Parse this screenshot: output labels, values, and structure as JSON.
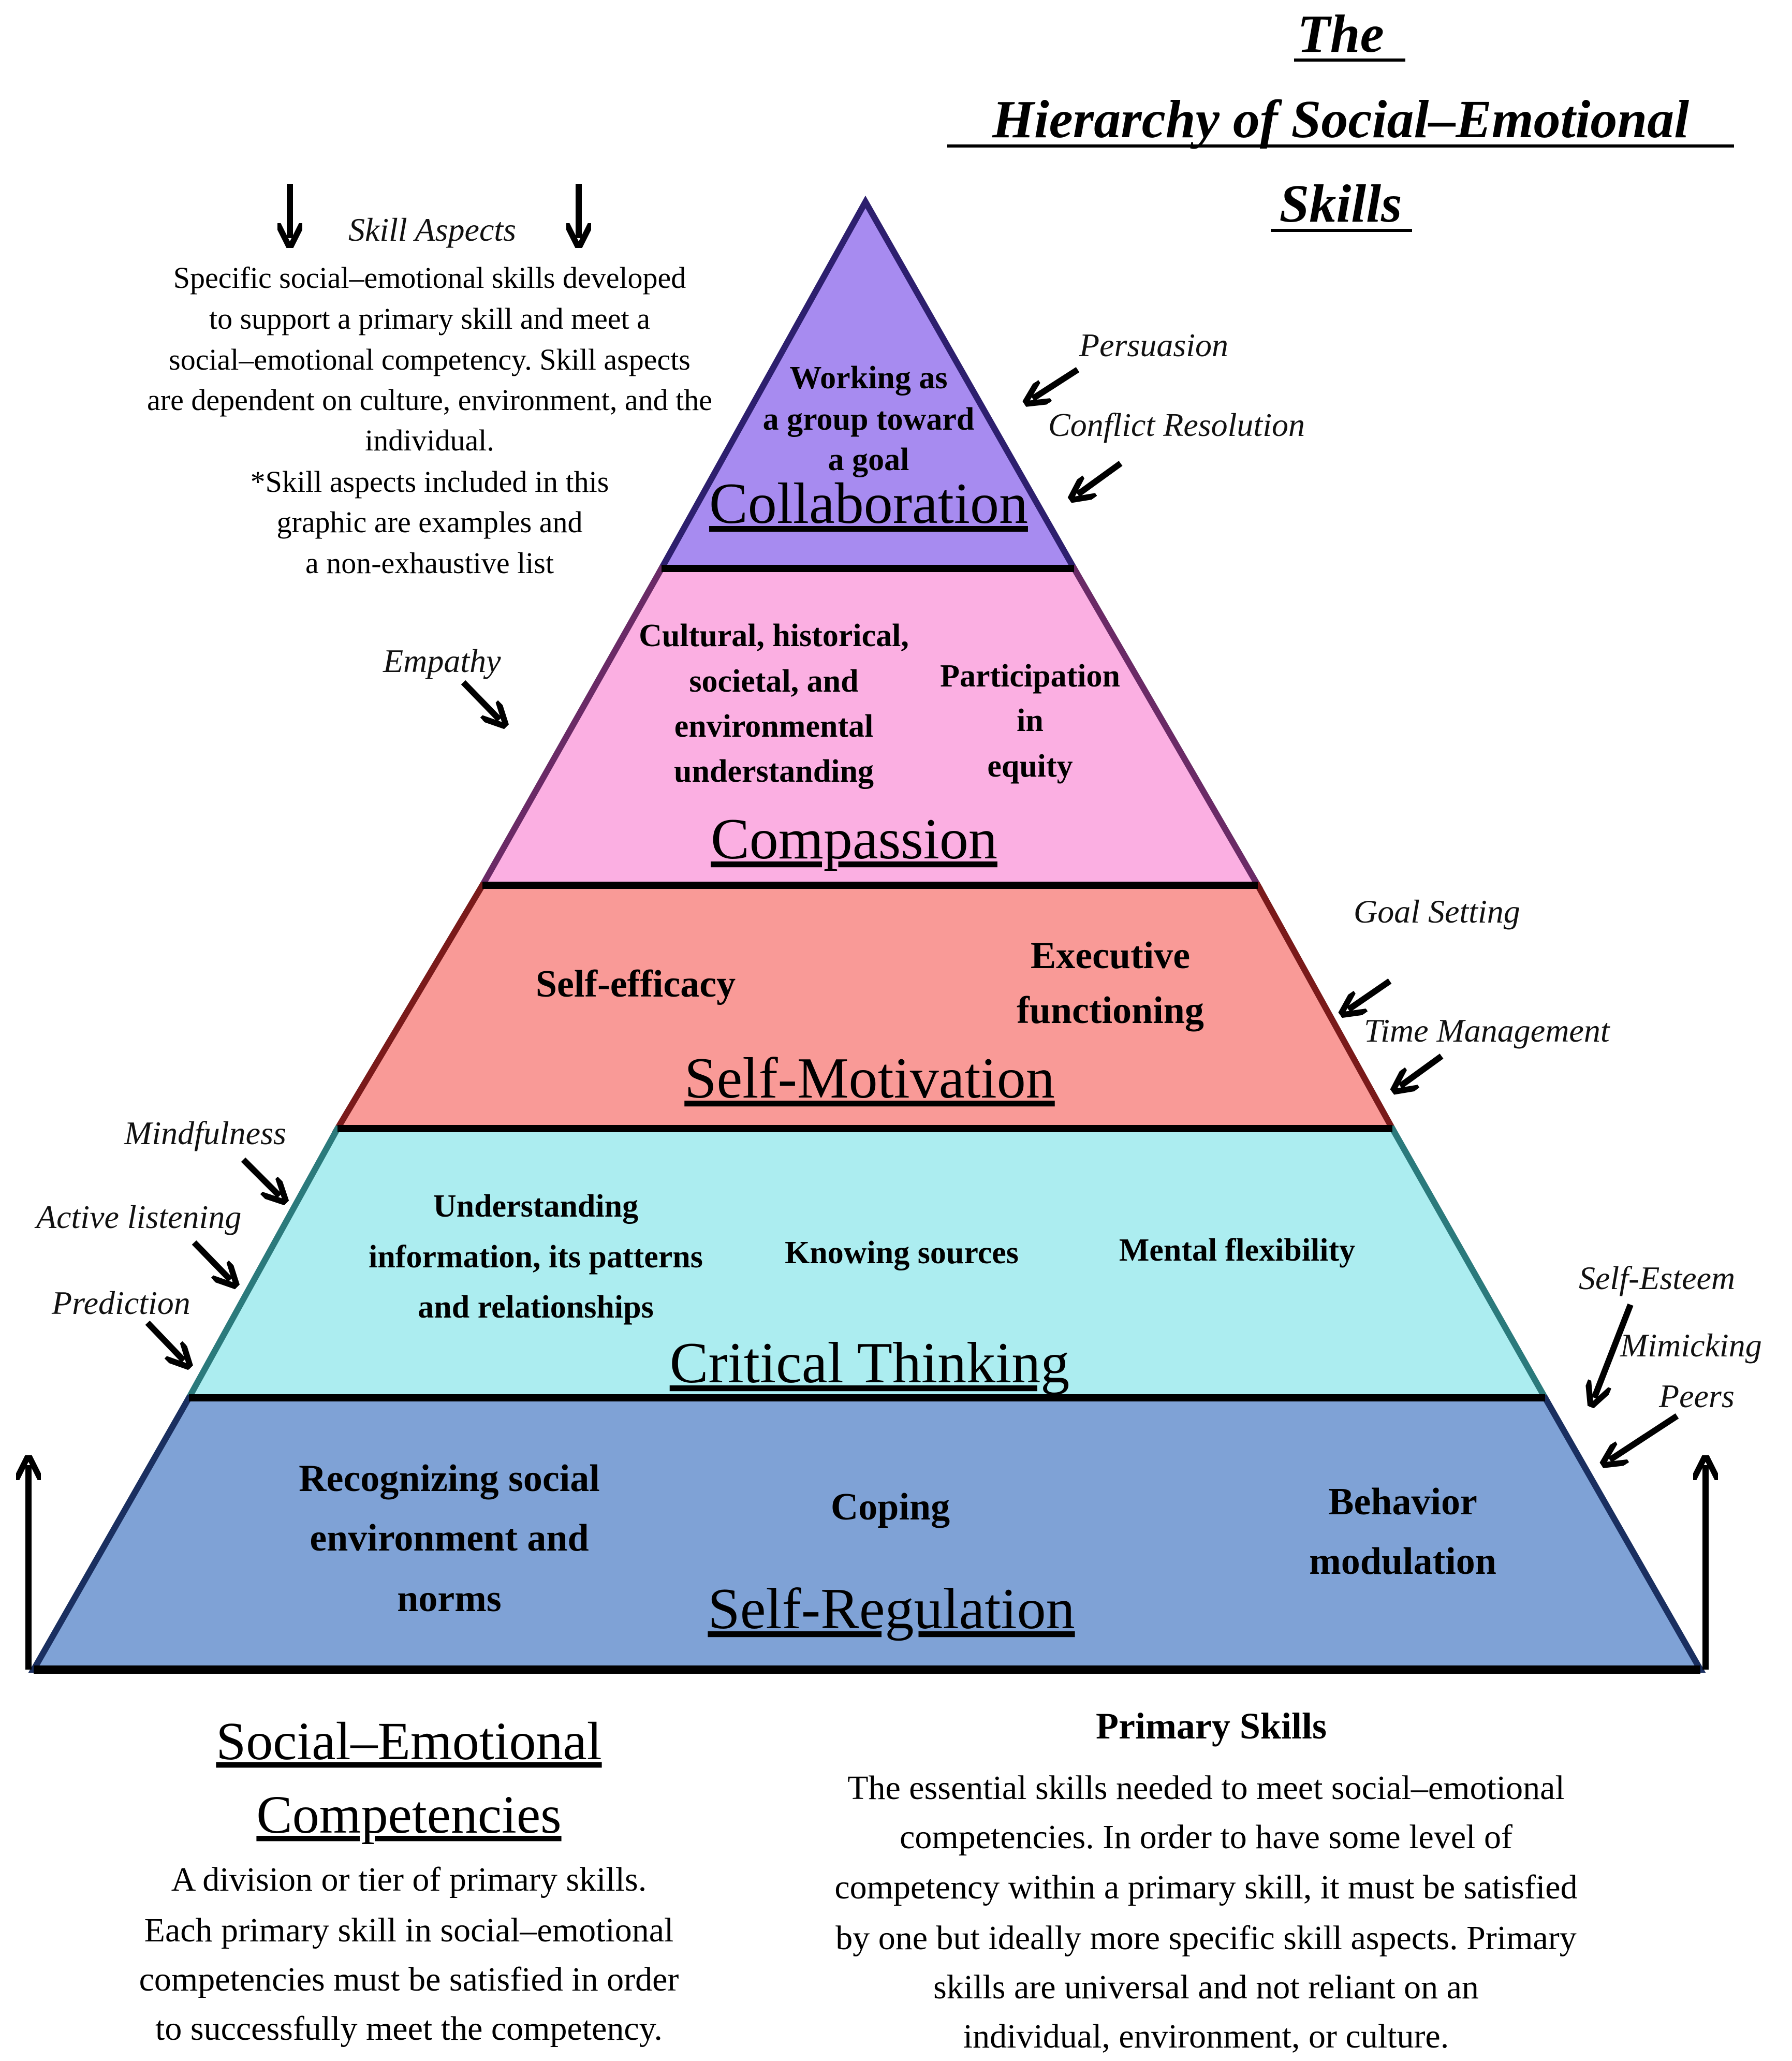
{
  "title": {
    "line1": "The",
    "line2": "Hierarchy of Social–Emotional",
    "line3": "Skills"
  },
  "skill_aspects_note": {
    "heading": "Skill Aspects",
    "lines": [
      "Specific social–emotional skills developed",
      "to support a primary skill and meet a",
      "social–emotional competency. Skill aspects",
      "are dependent on culture, environment, and the",
      "individual.",
      "*Skill aspects included in this",
      "graphic are examples and",
      "a non-exhaustive list"
    ]
  },
  "tiers": [
    {
      "name": "Collaboration",
      "color": "#a78bf0",
      "skills": [
        {
          "lines": [
            "Working as",
            "a group toward",
            "a goal"
          ]
        }
      ],
      "aspects": [
        "Persuasion",
        "Conflict Resolution"
      ]
    },
    {
      "name": "Compassion",
      "color": "#fbafe2",
      "skills": [
        {
          "lines": [
            "Cultural, historical,",
            "societal, and",
            "environmental",
            "understanding"
          ]
        },
        {
          "lines": [
            "Participation",
            "in",
            "equity"
          ]
        }
      ],
      "aspects": [
        "Empathy"
      ]
    },
    {
      "name": "Self-Motivation",
      "color": "#f99a97",
      "skills": [
        {
          "lines": [
            "Self-efficacy"
          ]
        },
        {
          "lines": [
            "Executive",
            "functioning"
          ]
        }
      ],
      "aspects": [
        "Goal Setting",
        "Time Management"
      ]
    },
    {
      "name": "Critical Thinking",
      "color": "#acedf0",
      "skills": [
        {
          "lines": [
            "Understanding",
            "information, its patterns",
            "and relationships"
          ]
        },
        {
          "lines": [
            "Knowing sources"
          ]
        },
        {
          "lines": [
            "Mental flexibility"
          ]
        }
      ],
      "aspects": [
        "Mindfulness",
        "Active listening",
        "Prediction"
      ]
    },
    {
      "name": "Self-Regulation",
      "color": "#7fa2d6",
      "skills": [
        {
          "lines": [
            "Recognizing social",
            "environment and",
            "norms"
          ]
        },
        {
          "lines": [
            "Coping"
          ]
        },
        {
          "lines": [
            "Behavior",
            "modulation"
          ]
        }
      ],
      "aspects": [
        "Self-Esteem",
        "Mimicking",
        "Peers"
      ]
    }
  ],
  "competencies_note": {
    "heading_line1": "Social–Emotional",
    "heading_line2": "Competencies",
    "lines": [
      "A division or tier of primary skills.",
      "Each primary skill in social–emotional",
      "competencies must be satisfied in order",
      "to successfully meet the competency."
    ]
  },
  "primary_skills_note": {
    "heading": "Primary Skills",
    "lines": [
      "The essential skills needed to meet social–emotional",
      "competencies. In order to have some level of",
      "competency within a primary skill, it must be satisfied",
      "by one but ideally more specific skill aspects. Primary",
      "skills are universal and not reliant on an",
      "individual, environment, or culture."
    ]
  }
}
